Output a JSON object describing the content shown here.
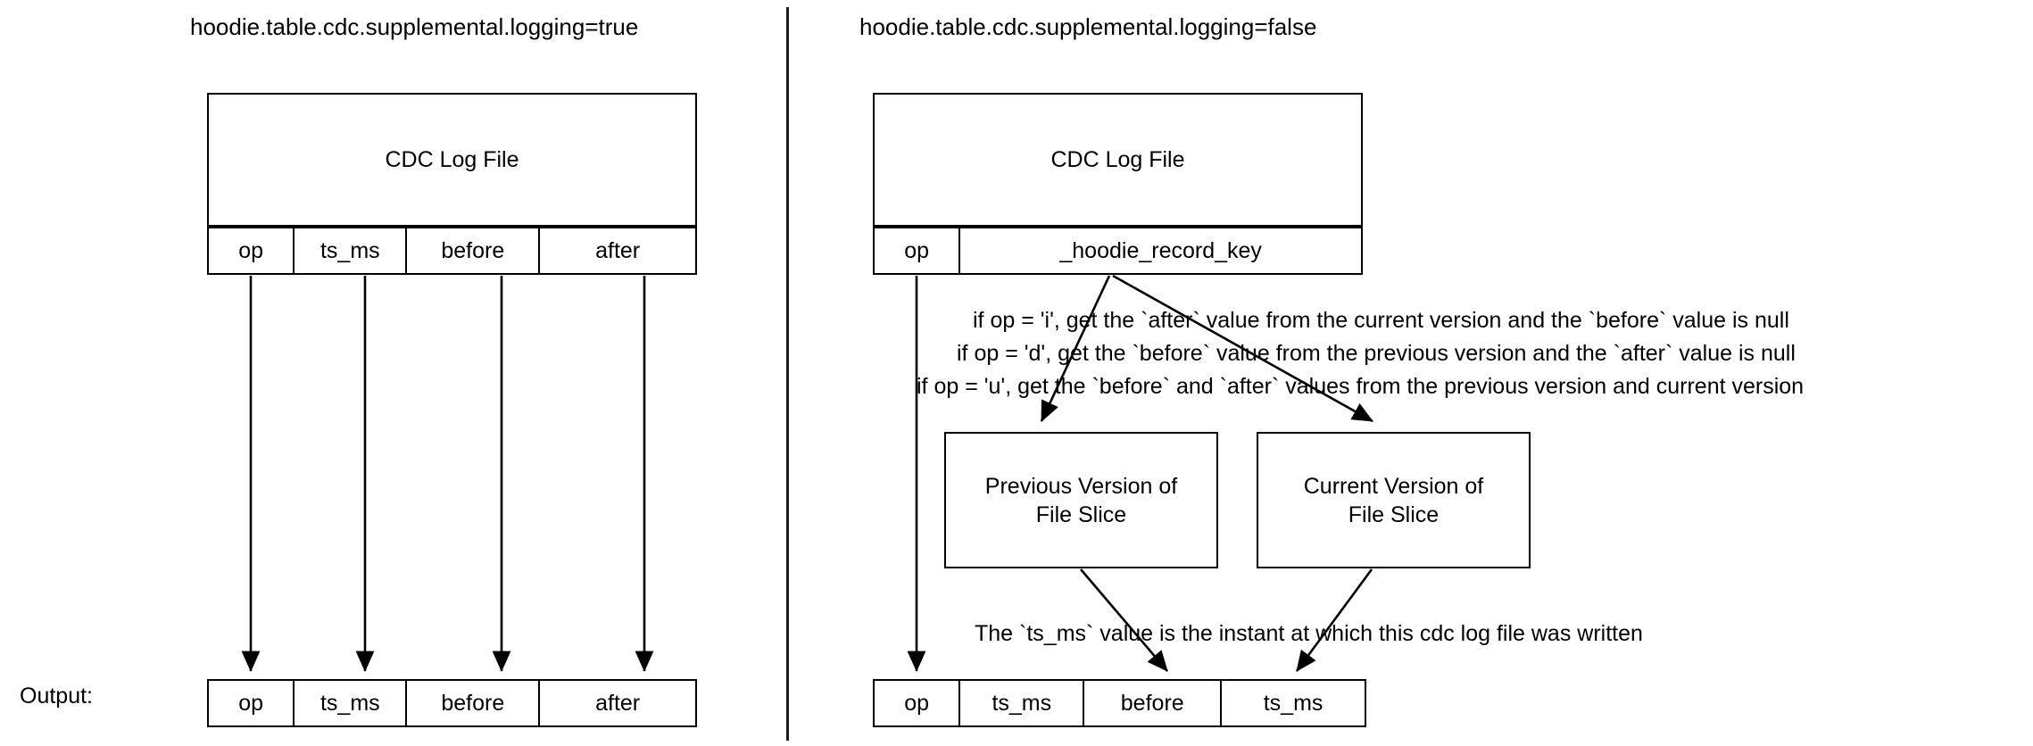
{
  "diagram": {
    "title_left": "hoodie.table.cdc.supplemental.logging=true",
    "title_right": "hoodie.table.cdc.supplemental.logging=false",
    "output_label": "Output:"
  },
  "left_panel": {
    "log_file_label": "CDC Log File",
    "schema_columns": [
      "op",
      "ts_ms",
      "before",
      "after"
    ],
    "output_columns": [
      "op",
      "ts_ms",
      "before",
      "after"
    ]
  },
  "right_panel": {
    "log_file_label": "CDC Log File",
    "schema_columns": [
      "op",
      "_hoodie_record_key"
    ],
    "output_columns": [
      "op",
      "ts_ms",
      "before",
      "ts_ms"
    ],
    "rule_lines": [
      "if op = 'i', get the `after` value from the current version and the `before` value is null",
      "if op = 'd', get the `before` value from the previous version  and the `after` value is null",
      "if op = 'u', get the `before` and `after` values from the previous version and current version"
    ],
    "ts_note": "The `ts_ms` value is the instant at which this cdc log file was written",
    "previous_version_box": "Previous Version of\nFile Slice",
    "previous_version_line1": "Previous Version of",
    "previous_version_line2": "File Slice",
    "current_version_line1": "Current Version of",
    "current_version_line2": "File Slice"
  },
  "colors": {
    "stroke": "#000000",
    "background": "#ffffff",
    "divider": "#1a1a1a"
  }
}
